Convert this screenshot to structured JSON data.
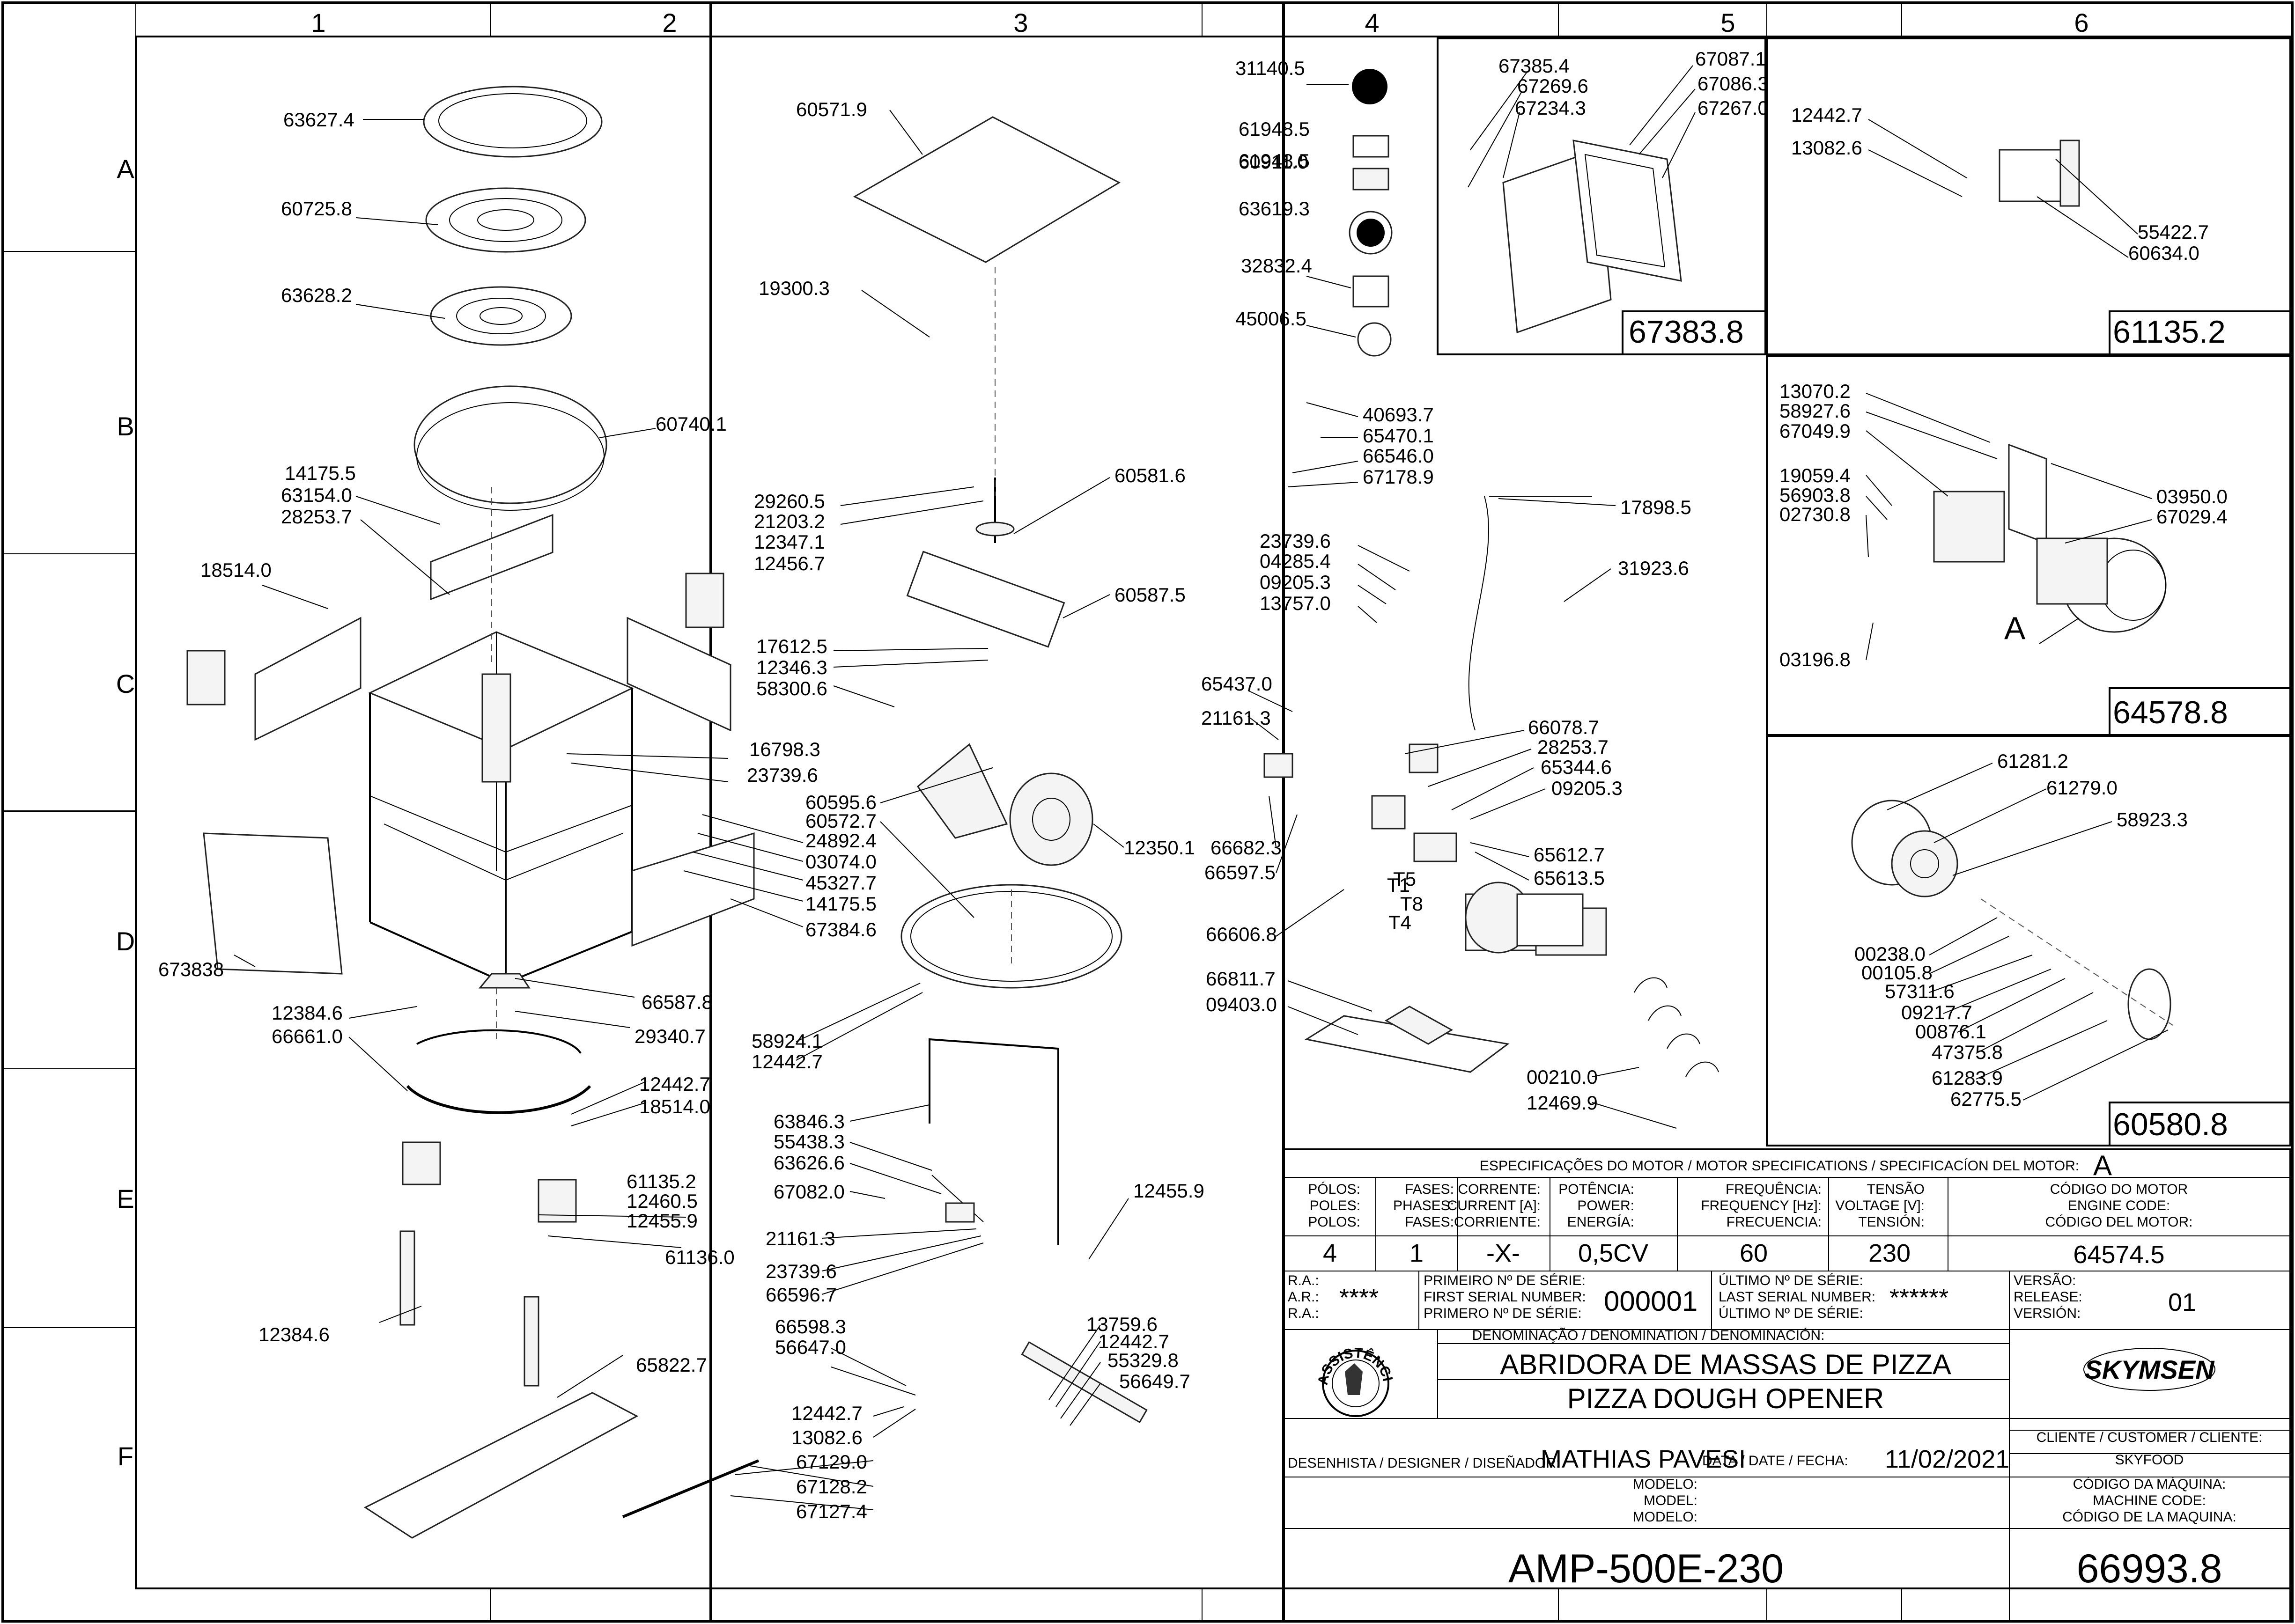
{
  "grid": {
    "columns": [
      "1",
      "2",
      "3",
      "4",
      "5",
      "6"
    ],
    "rows": [
      "A",
      "B",
      "C",
      "D",
      "E",
      "F"
    ]
  },
  "callouts": {
    "c63627_4": "63627.4",
    "c60725_8": "60725.8",
    "c63628_2": "63628.2",
    "c60740_1": "60740.1",
    "c14175_5a": "14175.5",
    "c63154_0": "63154.0",
    "c28253_7a": "28253.7",
    "c18514_0a": "18514.0",
    "c16798_3": "16798.3",
    "c23739_6a": "23739.6",
    "c24892_4": "24892.4",
    "c03074_0": "03074.0",
    "c45327_7": "45327.7",
    "c14175_5b": "14175.5",
    "c67384_6": "67384.6",
    "c673838": "673838",
    "c66587_8": "66587.8",
    "c12384_6a": "12384.6",
    "c66661_0": "66661.0",
    "c29340_7": "29340.7",
    "c12442_7a": "12442.7",
    "c18514_0b": "18514.0",
    "c61135_2a": "61135.2",
    "c12460_5": "12460.5",
    "c12455_9a": "12455.9",
    "c61136_0": "61136.0",
    "c12384_6b": "12384.6",
    "c65822_7": "65822.7",
    "c60571_9": "60571.9",
    "c19300_3": "19300.3",
    "c29260_5": "29260.5",
    "c21203_2": "21203.2",
    "c12347_1": "12347.1",
    "c12456_7": "12456.7",
    "c60581_6": "60581.6",
    "c60587_5": "60587.5",
    "c17612_5": "17612.5",
    "c12346_3": "12346.3",
    "c58300_6": "58300.6",
    "c60595_6": "60595.6",
    "c60572_7": "60572.7",
    "c12350_1": "12350.1",
    "c58924_1": "58924.1",
    "c12442_7b": "12442.7",
    "c63846_3": "63846.3",
    "c55438_3": "55438.3",
    "c63626_6": "63626.6",
    "c67082_0": "67082.0",
    "c21161_3a": "21161.3",
    "c23739_6b": "23739.6",
    "c66596_7": "66596.7",
    "c12455_9b": "12455.9",
    "c66598_3": "66598.3",
    "c56647_0": "56647.0",
    "c12442_7c": "12442.7",
    "c13082_6a": "13082.6",
    "c67129_0": "67129.0",
    "c67128_2": "67128.2",
    "c67127_4": "67127.4",
    "c13759_6": "13759.6",
    "c12442_7d": "12442.7",
    "c55329_8": "55329.8",
    "c56649_7": "56649.7",
    "c31140_5": "31140.5",
    "c61948_5": "61948.5",
    "c60911_0": "60911.0",
    "c63619_3": "63619.3",
    "c32832_4": "32832.4",
    "c45006_5": "45006.5",
    "c40693_7": "40693.7",
    "c65470_1": "65470.1",
    "c66546_0": "66546.0",
    "c67178_9": "67178.9",
    "c17898_5": "17898.5",
    "c23739_6c": "23739.6",
    "c04285_4": "04285.4",
    "c09205_3a": "09205.3",
    "c13757_0": "13757.0",
    "c31923_6": "31923.6",
    "c65437_0": "65437.0",
    "c21161_3b": "21161.3",
    "c66078_7": "66078.7",
    "c28253_7b": "28253.7",
    "c65344_6": "65344.6",
    "c09205_3b": "09205.3",
    "c66682_3": "66682.3",
    "c66597_5": "66597.5",
    "c65612_7": "65612.7",
    "c65613_5": "65613.5",
    "c66606_8": "66606.8",
    "c66811_7": "66811.7",
    "c09403_0": "09403.0",
    "c00210_0": "00210.0",
    "c12469_9": "12469.9",
    "t5": "T5",
    "t1": "T1",
    "t8": "T8",
    "t4": "T4",
    "c67385_4": "67385.4",
    "c67269_6": "67269.6",
    "c67234_3": "67234.3",
    "c67087_1": "67087.1",
    "c67086_3": "67086.3",
    "c67267_0": "67267.0",
    "c12442_7e": "12442.7",
    "c13082_6b": "13082.6",
    "c55422_7": "55422.7",
    "c60634_0": "60634.0",
    "c13070_2": "13070.2",
    "c58927_6": "58927.6",
    "c67049_9": "67049.9",
    "c19059_4": "19059.4",
    "c56903_8": "56903.8",
    "c02730_8": "02730.8",
    "c03950_0": "03950.0",
    "c67029_4": "67029.4",
    "c03196_8": "03196.8",
    "letterA": "A",
    "c61281_2": "61281.2",
    "c61279_0": "61279.0",
    "c58923_3": "58923.3",
    "c00238_0": "00238.0",
    "c00105_8": "00105.8",
    "c57311_6": "57311.6",
    "c09217_7": "09217.7",
    "c00876_1": "00876.1",
    "c47375_8": "47375.8",
    "c61283_9": "61283.9",
    "c62775_5": "62775.5"
  },
  "box_labels": {
    "b67383_8": "67383.8",
    "b61135_2": "61135.2",
    "b64578_8": "64578.8",
    "b60580_8": "60580.8"
  },
  "title_block": {
    "motor_spec_header": "ESPECIFICAÇÕES DO MOTOR / MOTOR SPECIFICATIONS / SPECIFICACÍON DEL MOTOR:",
    "motor_spec_value": "A",
    "poles_label": [
      "PÓLOS:",
      "POLES:",
      "POLOS:"
    ],
    "phases_label": [
      "FASES:",
      "PHASES:",
      "FASES:"
    ],
    "current_label": [
      "CORRENTE:",
      "CURRENT [A]:",
      "CORRIENTE:"
    ],
    "power_label": [
      "POTÊNCIA:",
      "POWER:",
      "ENERGÍA:"
    ],
    "frequency_label": [
      "FREQUÊNCIA:",
      "FREQUENCY [Hz]:",
      "FRECUENCIA:"
    ],
    "voltage_label": [
      "TENSÃO",
      "VOLTAGE [V]:",
      "TENSIÓN:"
    ],
    "motor_code_label": [
      "CÓDIGO DO MOTOR",
      "ENGINE CODE:",
      "CÓDIGO DEL MOTOR:"
    ],
    "poles": "4",
    "phases": "1",
    "current": "-X-",
    "power": "0,5CV",
    "frequency": "60",
    "voltage": "230",
    "motor_code": "64574.5",
    "ra_label": [
      "R.A.:",
      "A.R.:",
      "R.A.:"
    ],
    "ra_value": "****",
    "first_serial_label": [
      "PRIMEIRO Nº DE SÉRIE:",
      "FIRST SERIAL NUMBER:",
      "PRIMERO Nº DE SÉRIE:"
    ],
    "first_serial": "000001",
    "last_serial_label": [
      "ÚLTIMO Nº DE SÉRIE:",
      "LAST SERIAL NUMBER:",
      "ÚLTIMO Nº DE SÉRIE:"
    ],
    "last_serial": "******",
    "version_label": [
      "VERSÃO:",
      "RELEASE:",
      "VERSIÓN:"
    ],
    "version": "01",
    "denomination_label": "DENOMINAÇÃO / DENOMINATION / DENOMINACIÓN:",
    "name_pt": "ABRIDORA DE MASSAS DE PIZZA",
    "name_en": "PIZZA DOUGH OPENER",
    "brand": "SKYMSEN",
    "seal_text": "ASSISTÊNCIA TÉCNICA AUTORIZADA",
    "customer_label": "CLIENTE / CUSTOMER / CLIENTE:",
    "customer": "SKYFOOD",
    "designer_label": "DESENHISTA / DESIGNER / DISEÑADOR:",
    "designer": "MATHIAS PAVESI",
    "date_label": "DATA / DATE / FECHA:",
    "date": "11/02/2021",
    "model_label": [
      "MODELO:",
      "MODEL:",
      "MODELO:"
    ],
    "model": "AMP-500E-230",
    "machine_code_label": [
      "CÓDIGO DA MÁQUINA:",
      "MACHINE CODE:",
      "CÓDIGO DE LA MAQUINA:"
    ],
    "machine_code": "66993.8"
  }
}
